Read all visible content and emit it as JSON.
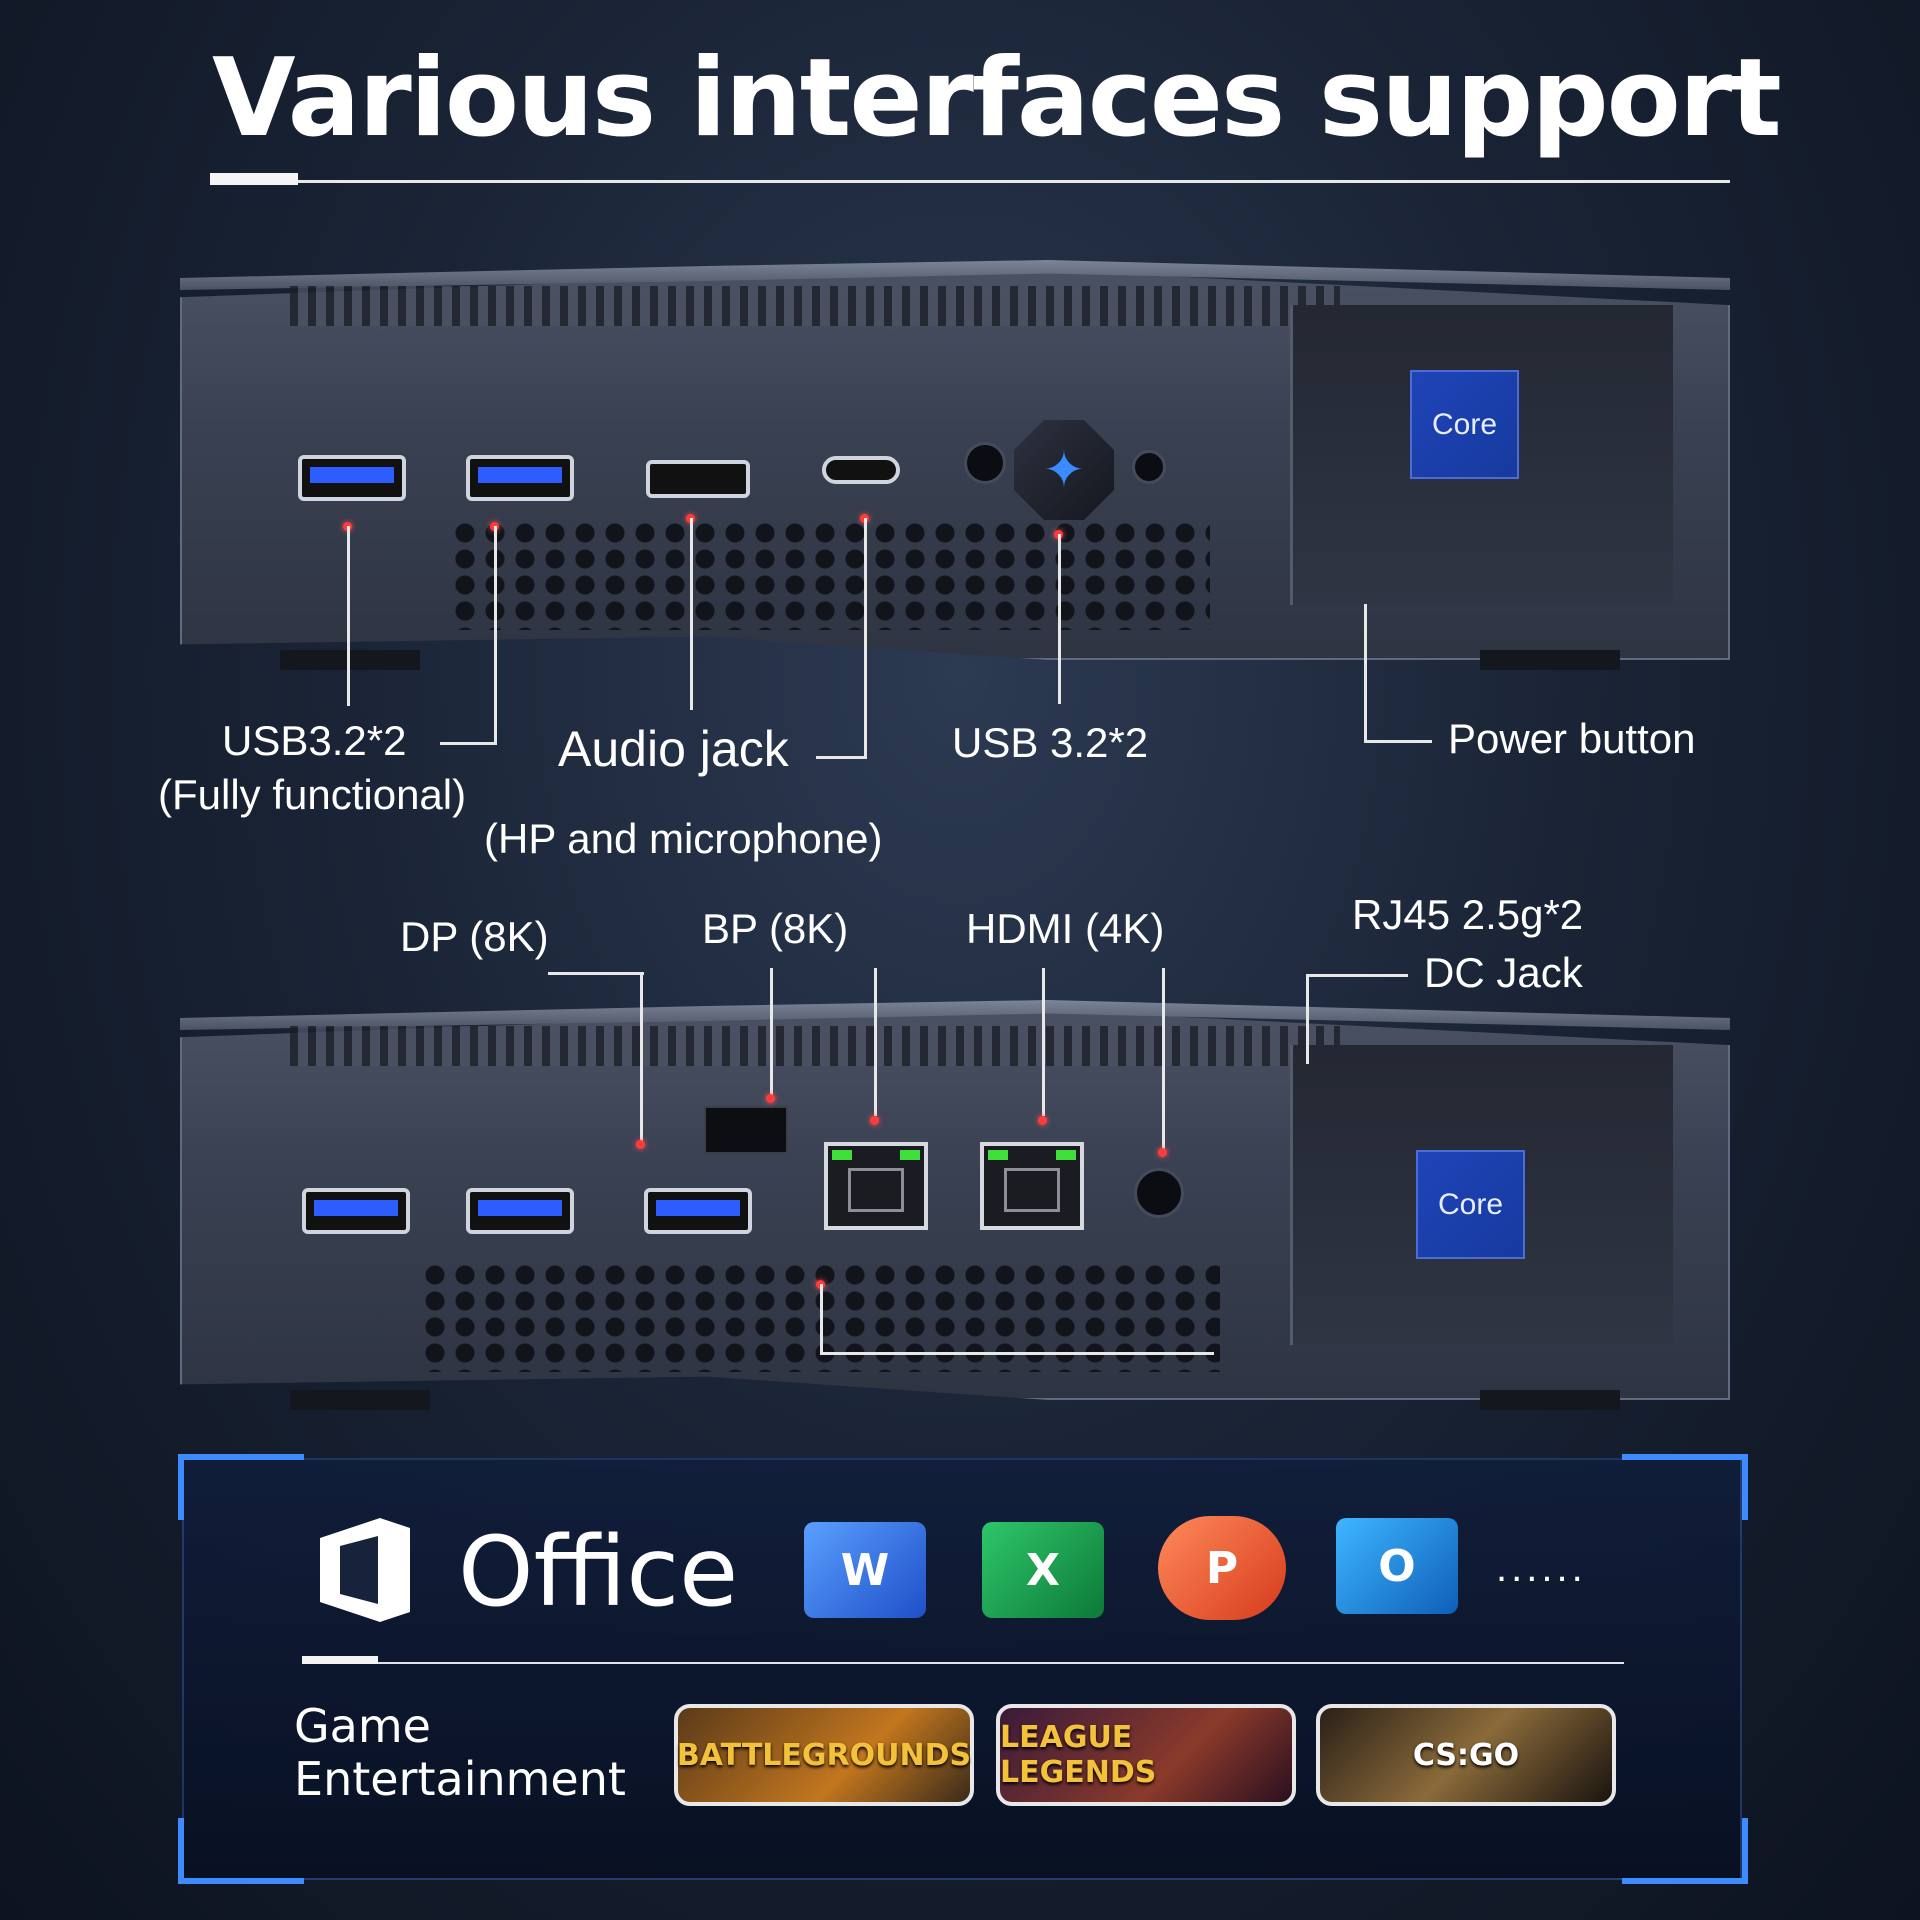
{
  "title": "Various interfaces support",
  "top_device_labels": {
    "usb_left_line1": "USB3.2*2",
    "usb_left_line2": "(Fully functional)",
    "audio_line1": "Audio jack",
    "audio_line2": "(HP and microphone)",
    "usb_right": "USB 3.2*2",
    "power": "Power button"
  },
  "bottom_device_labels": {
    "dp1": "DP (8K)",
    "dp2": "BP (8K)",
    "hdmi": "HDMI (4K)",
    "rj45": "RJ45 2.5g*2",
    "dc": "DC Jack"
  },
  "chip_text": "Core",
  "office": {
    "label": "Office",
    "apps": [
      {
        "letter": "W",
        "color": "#2b6de0"
      },
      {
        "letter": "X",
        "color": "#16a04a"
      },
      {
        "letter": "P",
        "color": "#e8532b"
      },
      {
        "letter": "O",
        "color": "#1a84d8"
      }
    ],
    "more": "......"
  },
  "games": {
    "label_line1": "Game",
    "label_line2": "Entertainment",
    "titles": [
      "BATTLEGROUNDS",
      "LEAGUE LEGENDS",
      "CS:GO"
    ]
  },
  "colors": {
    "accent": "#3d8bff",
    "pointer_dot": "#ff3b3b"
  }
}
